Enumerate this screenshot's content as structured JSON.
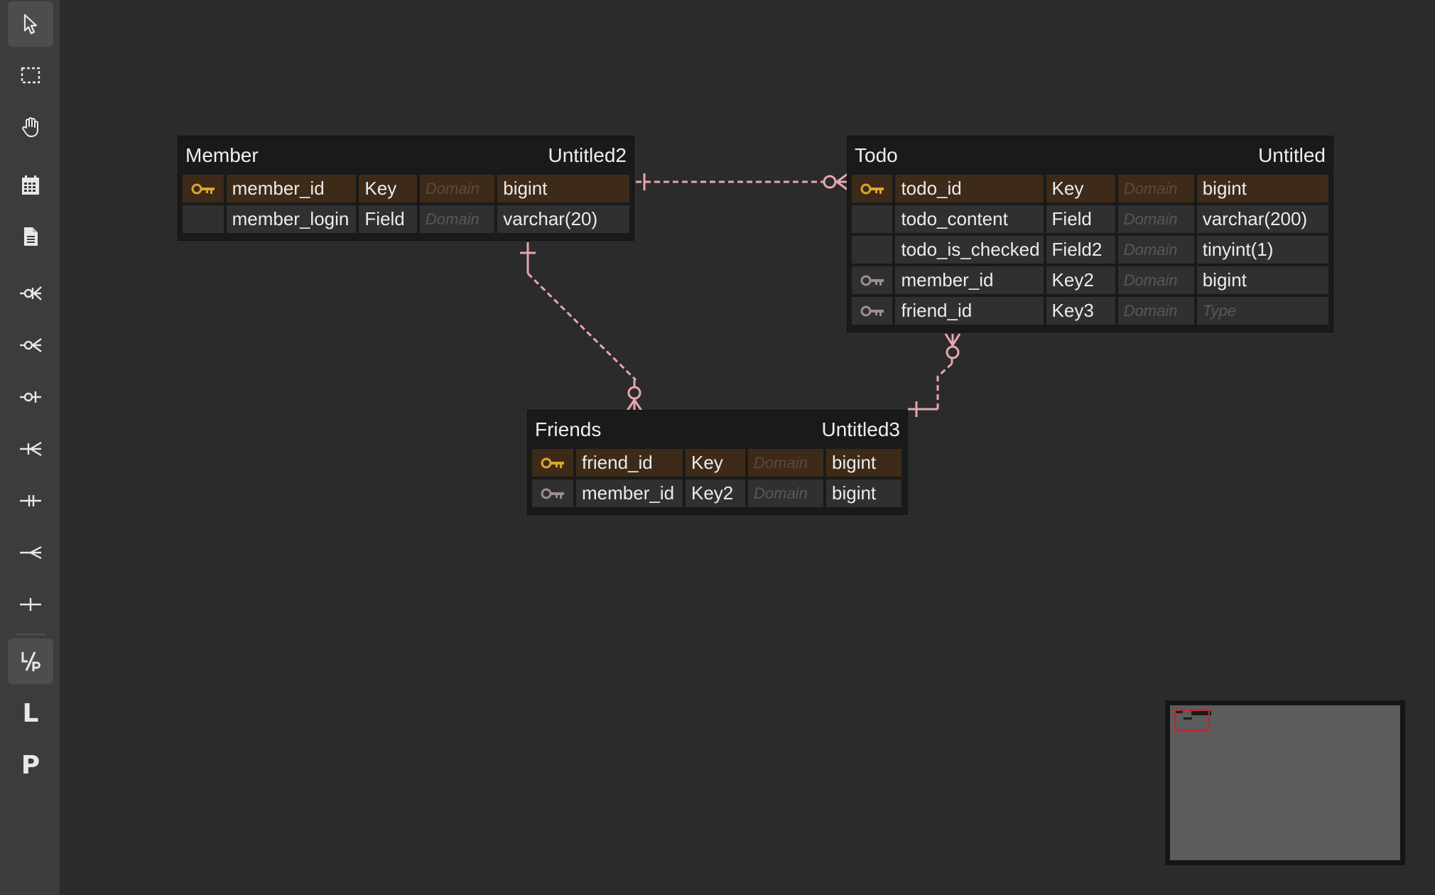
{
  "toolbar": {
    "tools": [
      {
        "name": "pointer",
        "icon": "pointer-icon"
      },
      {
        "name": "select",
        "icon": "dashed-select-icon"
      },
      {
        "name": "hand",
        "icon": "hand-icon"
      },
      {
        "name": "table",
        "icon": "table-icon"
      },
      {
        "name": "memo",
        "icon": "memo-icon"
      },
      {
        "name": "zero-one-n",
        "icon": "relation-zero-one-n-icon"
      },
      {
        "name": "zero-n",
        "icon": "relation-zero-n-icon"
      },
      {
        "name": "zero-one",
        "icon": "relation-zero-one-icon"
      },
      {
        "name": "one-n",
        "icon": "relation-one-n-icon"
      },
      {
        "name": "one-only",
        "icon": "relation-one-only-icon"
      },
      {
        "name": "n",
        "icon": "relation-n-icon"
      },
      {
        "name": "one",
        "icon": "relation-one-icon"
      },
      {
        "name": "logical-physical",
        "icon": "logical-physical-icon"
      },
      {
        "name": "logical",
        "label": "L"
      },
      {
        "name": "physical",
        "label": "P"
      }
    ]
  },
  "tables": {
    "member": {
      "name": "Member",
      "comment": "Untitled2",
      "columns": [
        {
          "key": "primary",
          "name": "member_id",
          "logical": "Key",
          "domain": "Domain",
          "type": "bigint"
        },
        {
          "key": "none",
          "name": "member_login",
          "logical": "Field",
          "domain": "Domain",
          "type": "varchar(20)"
        }
      ]
    },
    "todo": {
      "name": "Todo",
      "comment": "Untitled",
      "columns": [
        {
          "key": "primary",
          "name": "todo_id",
          "logical": "Key",
          "domain": "Domain",
          "type": "bigint"
        },
        {
          "key": "none",
          "name": "todo_content",
          "logical": "Field",
          "domain": "Domain",
          "type": "varchar(200)"
        },
        {
          "key": "none",
          "name": "todo_is_checked",
          "logical": "Field2",
          "domain": "Domain",
          "type": "tinyint(1)"
        },
        {
          "key": "foreign",
          "name": "member_id",
          "logical": "Key2",
          "domain": "Domain",
          "type": "bigint"
        },
        {
          "key": "foreign",
          "name": "friend_id",
          "logical": "Key3",
          "domain": "Domain",
          "type": "Type"
        }
      ]
    },
    "friends": {
      "name": "Friends",
      "comment": "Untitled3",
      "columns": [
        {
          "key": "primary",
          "name": "friend_id",
          "logical": "Key",
          "domain": "Domain",
          "type": "bigint"
        },
        {
          "key": "foreign",
          "name": "member_id",
          "logical": "Key2",
          "domain": "Domain",
          "type": "bigint"
        }
      ]
    }
  },
  "colors": {
    "relation": "#e7a7ad",
    "primary_key": "#d9a82a",
    "foreign_key": "#a08c90",
    "minimap_viewport": "#c2272d"
  }
}
